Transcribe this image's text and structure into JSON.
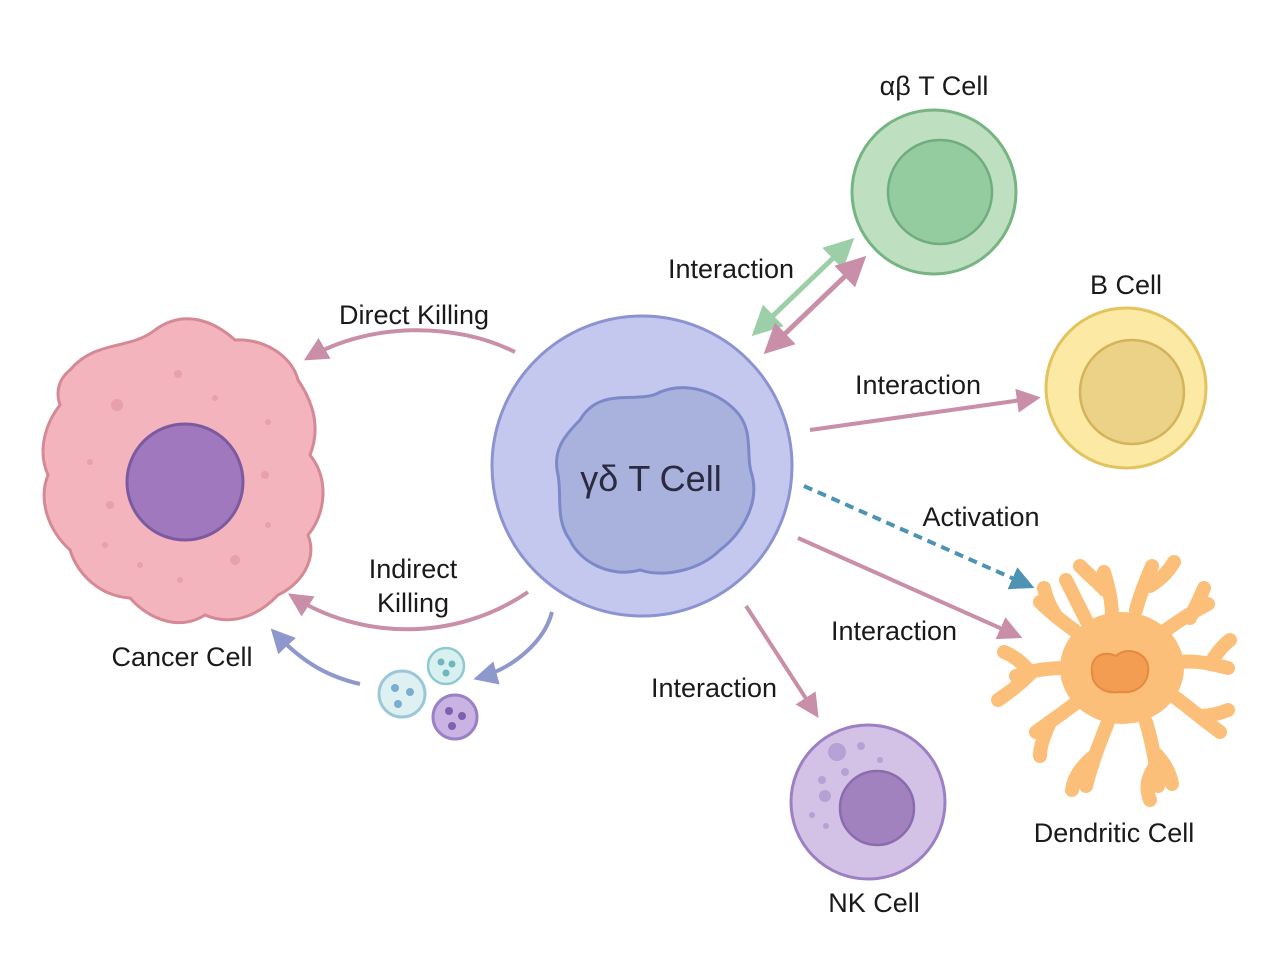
{
  "colors": {
    "pink_arrow": "#c98fa8",
    "green_arrow": "#9ccfa8",
    "blue_dash": "#4e93b3",
    "lavender_arrow": "#8f98cc",
    "gd_outer": "#c4c8ee",
    "gd_inner": "#a9b2dc",
    "cancer_outer": "#f4b4bd",
    "cancer_nucleus": "#9f78bd",
    "ab_outer": "#bfe0c0",
    "b_outer": "#fbe9a4",
    "nk_outer": "#d4c2e6",
    "dc_body": "#fbbf7a"
  },
  "cells": {
    "gd_t": {
      "label": "γδ T Cell",
      "icon": "gamma-delta-t-cell-icon"
    },
    "ab_t": {
      "label": "αβ T Cell",
      "icon": "alpha-beta-t-cell-icon"
    },
    "b": {
      "label": "B Cell",
      "icon": "b-cell-icon"
    },
    "cancer": {
      "label": "Cancer Cell",
      "icon": "cancer-cell-icon"
    },
    "nk": {
      "label": "NK Cell",
      "icon": "nk-cell-icon"
    },
    "dendritic": {
      "label": "Dendritic Cell",
      "icon": "dendritic-cell-icon"
    }
  },
  "arrows": {
    "direct_killing": "Direct Killing",
    "indirect_killing": [
      "Indirect",
      "Killing"
    ],
    "interaction_ab": "Interaction",
    "interaction_b": "Interaction",
    "activation": "Activation",
    "interaction_dc": "Interaction",
    "interaction_nk": "Interaction"
  }
}
